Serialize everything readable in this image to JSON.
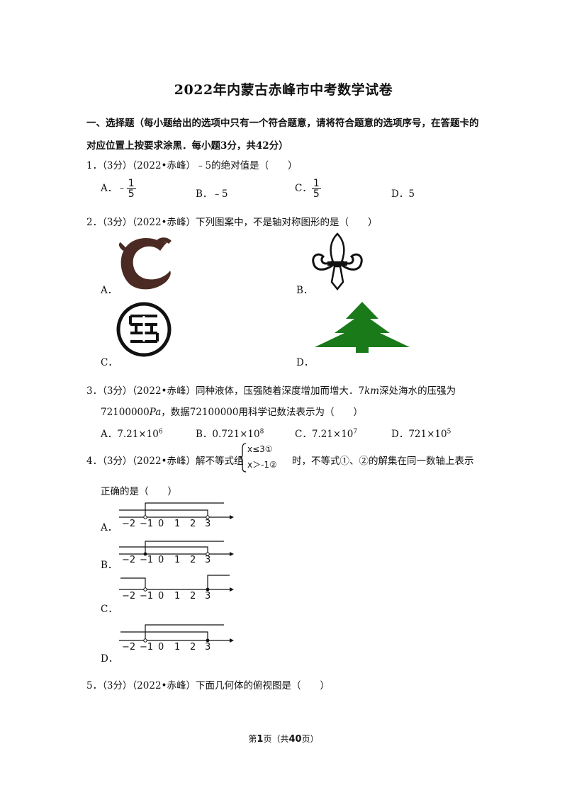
{
  "title": "2022年内蒙古赤峰市中考数学试卷",
  "section1": {
    "line1": "一、选择题（每小题给出的选项中只有一个符合题意，请将符合题意的选项序号，在答题卡的",
    "line2": "对应位置上按要求涂黑．每小题3分，共42分）"
  },
  "q1": {
    "stem": "1．（3分）（2022•赤峰）﹣5的绝对值是（　　）",
    "a_label": "A．",
    "a_sign": "﹣",
    "a_num": "1",
    "a_den": "5",
    "b": "B．﹣5",
    "c_label": "C．",
    "c_num": "1",
    "c_den": "5",
    "d": "D．5"
  },
  "q2": {
    "stem": "2．（3分）（2022•赤峰）下列图案中，不是轴对称图形的是（　　）",
    "a": "A．",
    "b": "B．",
    "c": "C．",
    "d": "D．"
  },
  "q3": {
    "line1_pre": "3．（3分）（2022•赤峰）同种液体，压强随着深度增加而增大．7",
    "line1_unit": "km",
    "line1_post": "深处海水的压强为",
    "line2_pre": "72100000",
    "line2_unit": "Pa",
    "line2_post": "，数据72100000用科学记数法表示为（　　）",
    "a_base": "A．7.21×10",
    "a_exp": "6",
    "b_base": "B．0.721×10",
    "b_exp": "8",
    "c_base": "C．7.21×10",
    "c_exp": "7",
    "d_base": "D．721×10",
    "d_exp": "5"
  },
  "q4": {
    "pre": "4．（3分）（2022•赤峰）解不等式组",
    "ineq1": "x≤3①",
    "ineq2": "x＞-1②",
    "post": "时，不等式①、②的解集在同一数轴上表示",
    "line2": "正确的是（　　）",
    "a": "A．",
    "b": "B．",
    "c": "C．",
    "d": "D．",
    "ticks": [
      "−2",
      "−1",
      "0",
      "1",
      "2",
      "3"
    ]
  },
  "q5": {
    "stem": "5．（3分）（2022•赤峰）下面几何体的俯视图是（　　）"
  },
  "footer": {
    "pre": "第",
    "page": "1",
    "mid": "页（共",
    "total": "40",
    "post": "页）"
  },
  "colors": {
    "tree": "#1a7a1a",
    "ink": "#111111",
    "dragon": "#4a2a22"
  }
}
